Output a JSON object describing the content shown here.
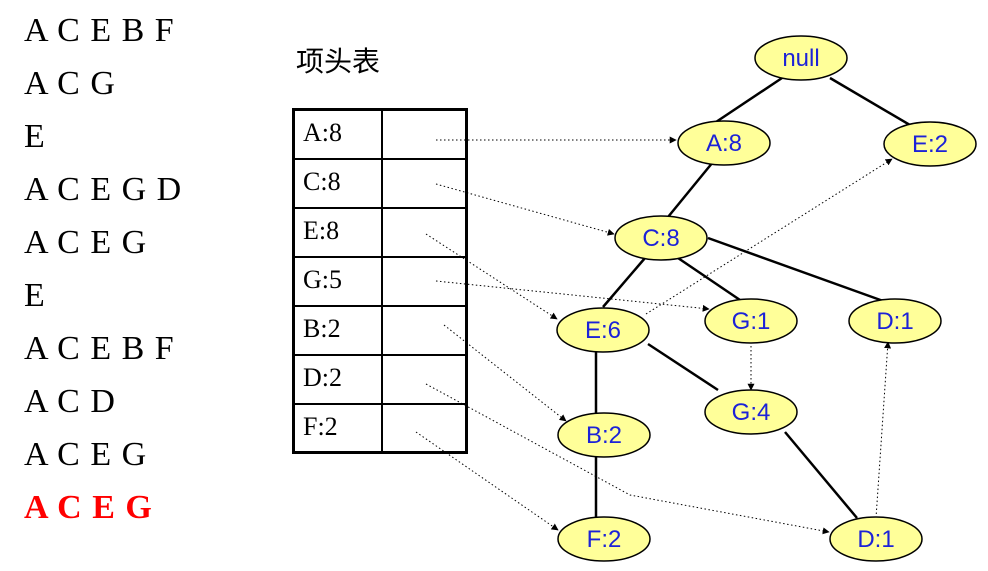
{
  "transactions": [
    "A C E B F",
    "A C G",
    "E",
    "A C E G D",
    "A C E G",
    "E",
    "A C E B F",
    "A C D",
    "A C E G",
    "A C E G"
  ],
  "header_table": {
    "title": "项头表",
    "rows": [
      "A:8",
      "C:8",
      "E:8",
      "G:5",
      "B:2",
      "D:2",
      "F:2"
    ]
  },
  "tree_nodes": {
    "null": "null",
    "a": "A:8",
    "e2": "E:2",
    "c": "C:8",
    "e6": "E:6",
    "g1": "G:1",
    "d1a": "D:1",
    "g4": "G:4",
    "b": "B:2",
    "f": "F:2",
    "d1b": "D:1"
  },
  "colors": {
    "node_fill": "#ffff99",
    "node_text": "#1c22d8",
    "highlight": "#ff0000",
    "link": "#000000"
  }
}
